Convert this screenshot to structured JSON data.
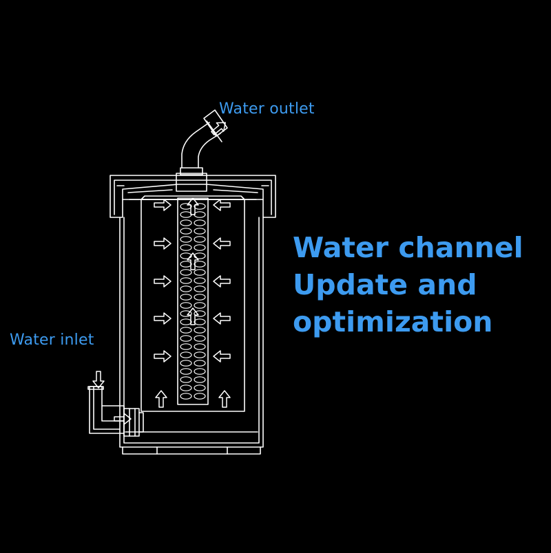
{
  "labels": {
    "water_outlet": "Water outlet",
    "water_inlet": "Water inlet"
  },
  "headline": {
    "line1": "Water channel",
    "line2": "Update and",
    "line3": "optimization"
  },
  "colors": {
    "accent": "#3d9bf0",
    "line": "#ffffff",
    "background": "#000000"
  },
  "icons": {
    "arrow": "flow-arrow-icon"
  }
}
